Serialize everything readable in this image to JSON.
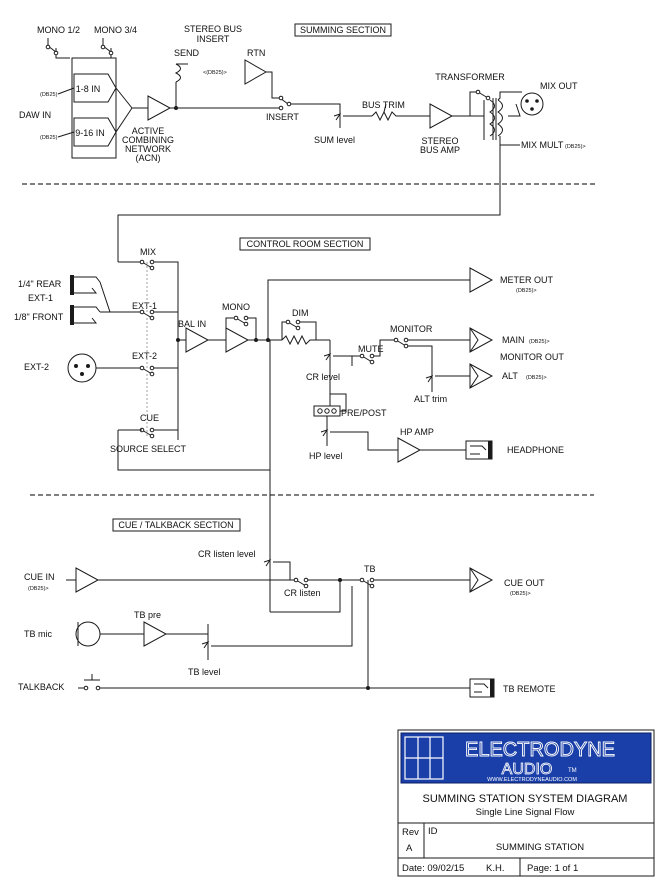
{
  "sections": {
    "summing": "SUMMING SECTION",
    "control_room": "CONTROL ROOM SECTION",
    "cue_talkback": "CUE / TALKBACK SECTION"
  },
  "summing": {
    "mono_12": "MONO 1/2",
    "mono_34": "MONO 3/4",
    "in_1_8": "1-8 IN",
    "in_9_16": "9-16 IN",
    "db25_a": "(DB25)",
    "db25_b": "(DB25)",
    "daw_in": "DAW IN",
    "acn_1": "ACTIVE",
    "acn_2": "COMBINING",
    "acn_3": "NETWORK",
    "acn_4": "(ACN)",
    "stereo_bus_insert_1": "STEREO BUS",
    "stereo_bus_insert_2": "INSERT",
    "send": "SEND",
    "rtn": "RTN",
    "db25_insert": "<(DB25)>",
    "insert": "INSERT",
    "sum_level": "SUM level",
    "bus_trim": "BUS TRIM",
    "stereo_bus_amp_1": "STEREO",
    "stereo_bus_amp_2": "BUS AMP",
    "transformer": "TRANSFORMER",
    "mix_out": "MIX OUT",
    "mix_mult": "MIX MULT",
    "db25_mult": "(DB25)>"
  },
  "control_room": {
    "mix": "MIX",
    "rear": "1/4\" REAR",
    "ext1_left": "EXT-1",
    "front": "1/8\" FRONT",
    "ext1": "EXT-1",
    "ext2_left": "EXT-2",
    "ext2": "EXT-2",
    "cue": "CUE",
    "source_select": "SOURCE SELECT",
    "bal_in": "BAL IN",
    "mono": "MONO",
    "dim": "DIM",
    "cr_level": "CR level",
    "mute": "MUTE",
    "monitor": "MONITOR",
    "alt_trim": "ALT trim",
    "meter_out": "METER OUT",
    "db25_meter": "(DB25)>",
    "main": "MAIN",
    "db25_main": "(DB25)>",
    "monitor_out": "MONITOR OUT",
    "alt": "ALT",
    "db25_alt": "(DB25)>",
    "pre_post": "PRE/POST",
    "hp_amp": "HP AMP",
    "hp_level": "HP level",
    "headphone": "HEADPHONE"
  },
  "cue_talkback": {
    "cr_listen_level": "CR listen level",
    "cr_listen": "CR listen",
    "tb": "TB",
    "cue_in": "CUE IN",
    "db25_cuein": "(DB25)>",
    "cue_out": "CUE OUT",
    "db25_cueout": "(DB25)>",
    "tb_pre": "TB pre",
    "tb_mic": "TB mic",
    "tb_level": "TB level",
    "talkback": "TALKBACK",
    "tb_remote": "TB REMOTE"
  },
  "title_block": {
    "logo_line1": "ELECTRODYNE",
    "logo_line2": "AUDIO",
    "logo_tm": "TM",
    "url": "WWW.ELECTRODYNEAUDIO.COM",
    "title": "SUMMING STATION SYSTEM DIAGRAM",
    "subtitle": "Single Line Signal Flow",
    "rev_label": "Rev",
    "rev_value": "A",
    "id_label": "ID",
    "id_value": "SUMMING STATION",
    "date": "Date: 09/02/15",
    "author": "K.H.",
    "page": "Page: 1 of 1"
  },
  "colors": {
    "logo_bg": "#1a3fa8",
    "line": "#1a1a1a"
  }
}
